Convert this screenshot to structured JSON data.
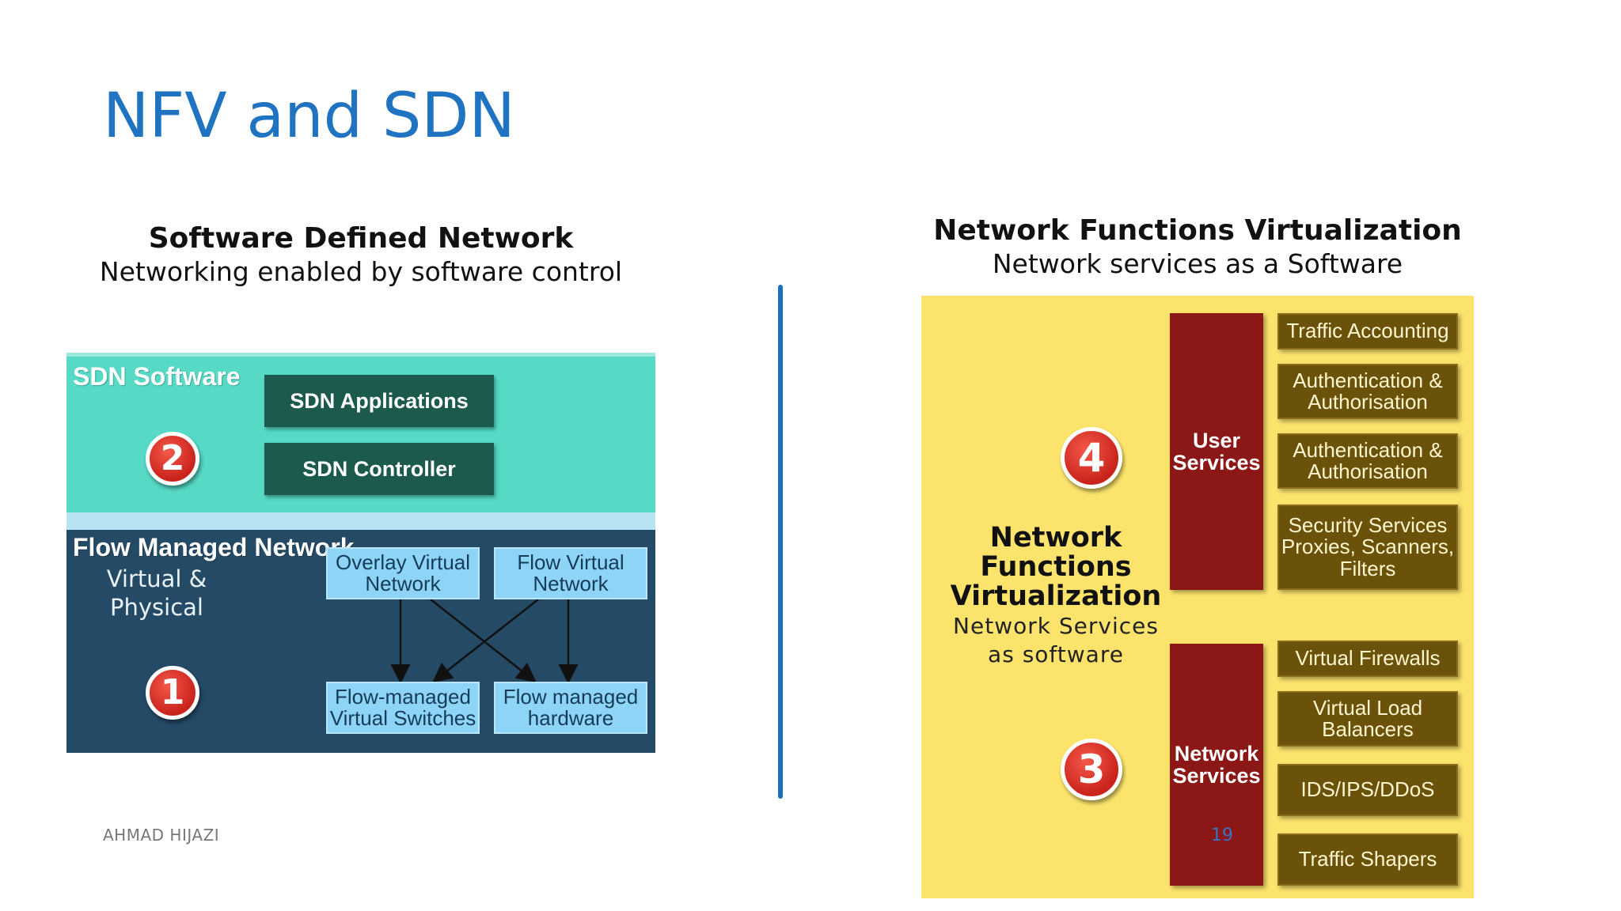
{
  "slide": {
    "title": "NFV and SDN",
    "footer_author": "AHMAD HIJAZI",
    "page_number": "19"
  },
  "sdn": {
    "heading": "Software Defined Network",
    "subheading": "Networking enabled by software control",
    "software_label": "SDN Software",
    "applications": "SDN Applications",
    "controller": "SDN Controller",
    "badge_software": "2",
    "flow_label": "Flow Managed Network",
    "flow_sub_line1": "Virtual &",
    "flow_sub_line2": "Physical",
    "badge_flow": "1",
    "overlay_line1": "Overlay Virtual",
    "overlay_line2": "Network",
    "flowvirt_line1": "Flow Virtual",
    "flowvirt_line2": "Network",
    "switches_line1": "Flow-managed",
    "switches_line2": "Virtual Switches",
    "hardware_line1": "Flow managed",
    "hardware_line2": "hardware"
  },
  "nfv": {
    "heading": "Network Functions Virtualization",
    "subheading": "Network services as a Software",
    "badge_top": "4",
    "badge_bottom": "3",
    "center_line1": "Network",
    "center_line2": "Functions",
    "center_line3": "Virtualization",
    "center_sub1": "Network Services",
    "center_sub2": "as software",
    "user_line1": "User",
    "user_line2": "Services",
    "network_line1": "Network",
    "network_line2": "Services",
    "traffic_accounting": "Traffic Accounting",
    "auth1_line1": "Authentication &",
    "auth1_line2": "Authorisation",
    "auth2_line1": "Authentication &",
    "auth2_line2": "Authorisation",
    "security_line1": "Security Services",
    "security_line2": "Proxies, Scanners,",
    "security_line3": "Filters",
    "firewalls": "Virtual Firewalls",
    "lb_line1": "Virtual Load",
    "lb_line2": "Balancers",
    "ids": "IDS/IPS/DDoS",
    "shapers": "Traffic Shapers"
  }
}
